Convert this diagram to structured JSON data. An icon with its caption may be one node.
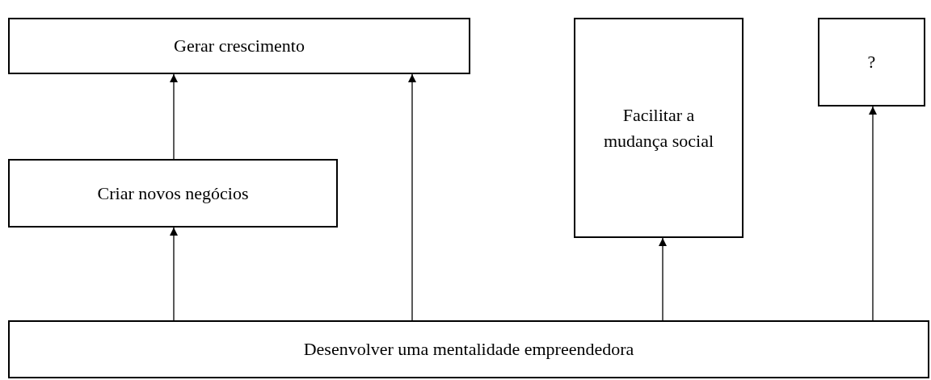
{
  "diagram": {
    "nodes": [
      {
        "text": [
          "Gerar crescimento"
        ]
      },
      {
        "text": [
          "Facilitar a mudança social"
        ]
      },
      {
        "text": [
          "?"
        ]
      },
      {
        "text": [
          "Criar novos negócios"
        ]
      },
      {
        "text": [
          "Desenvolver uma mentalidade empreendedora"
        ]
      }
    ],
    "edges": [
      {
        "from": 3,
        "to": 0,
        "arrow": "to"
      },
      {
        "from": 4,
        "to": 3,
        "arrow": "to"
      },
      {
        "from": 4,
        "to": 0,
        "arrow": "to"
      },
      {
        "from": 4,
        "to": 1,
        "arrow": "to"
      },
      {
        "from": 4,
        "to": 2,
        "arrow": "to"
      }
    ]
  }
}
